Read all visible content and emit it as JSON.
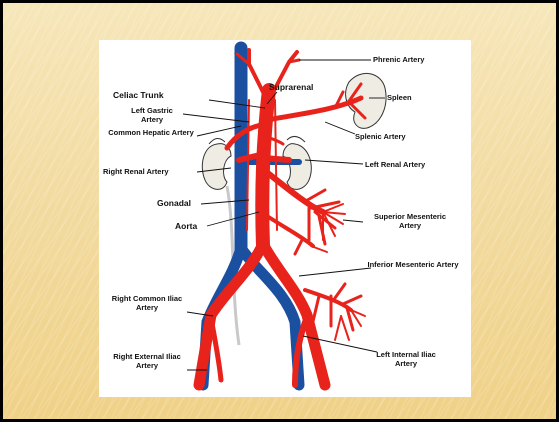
{
  "figure": {
    "labels": {
      "phrenic_artery": "Phrenic Artery",
      "suprarenal": "Suprarenal",
      "spleen": "Spleen",
      "celiac_trunk": "Celiac Trunk",
      "left_gastric_artery": "Left Gastric Artery",
      "common_hepatic_artery": "Common Hepatic Artery",
      "splenic_artery": "Splenic Artery",
      "right_renal_artery": "Right Renal Artery",
      "left_renal_artery": "Left Renal Artery",
      "gonadal": "Gonadal",
      "aorta": "Aorta",
      "superior_mesenteric_artery": "Superior Mesenteric Artery",
      "inferior_mesenteric_artery": "Inferior Mesenteric Artery",
      "right_common_iliac_artery": "Right Common Iliac Artery",
      "right_external_iliac_artery": "Right External Iliac Artery",
      "left_internal_iliac_artery": "Left Internal Iliac Artery"
    },
    "colors": {
      "artery": "#e8231b",
      "vein": "#1b4fa0",
      "organ": "#efece4",
      "leader": "#111111"
    }
  }
}
